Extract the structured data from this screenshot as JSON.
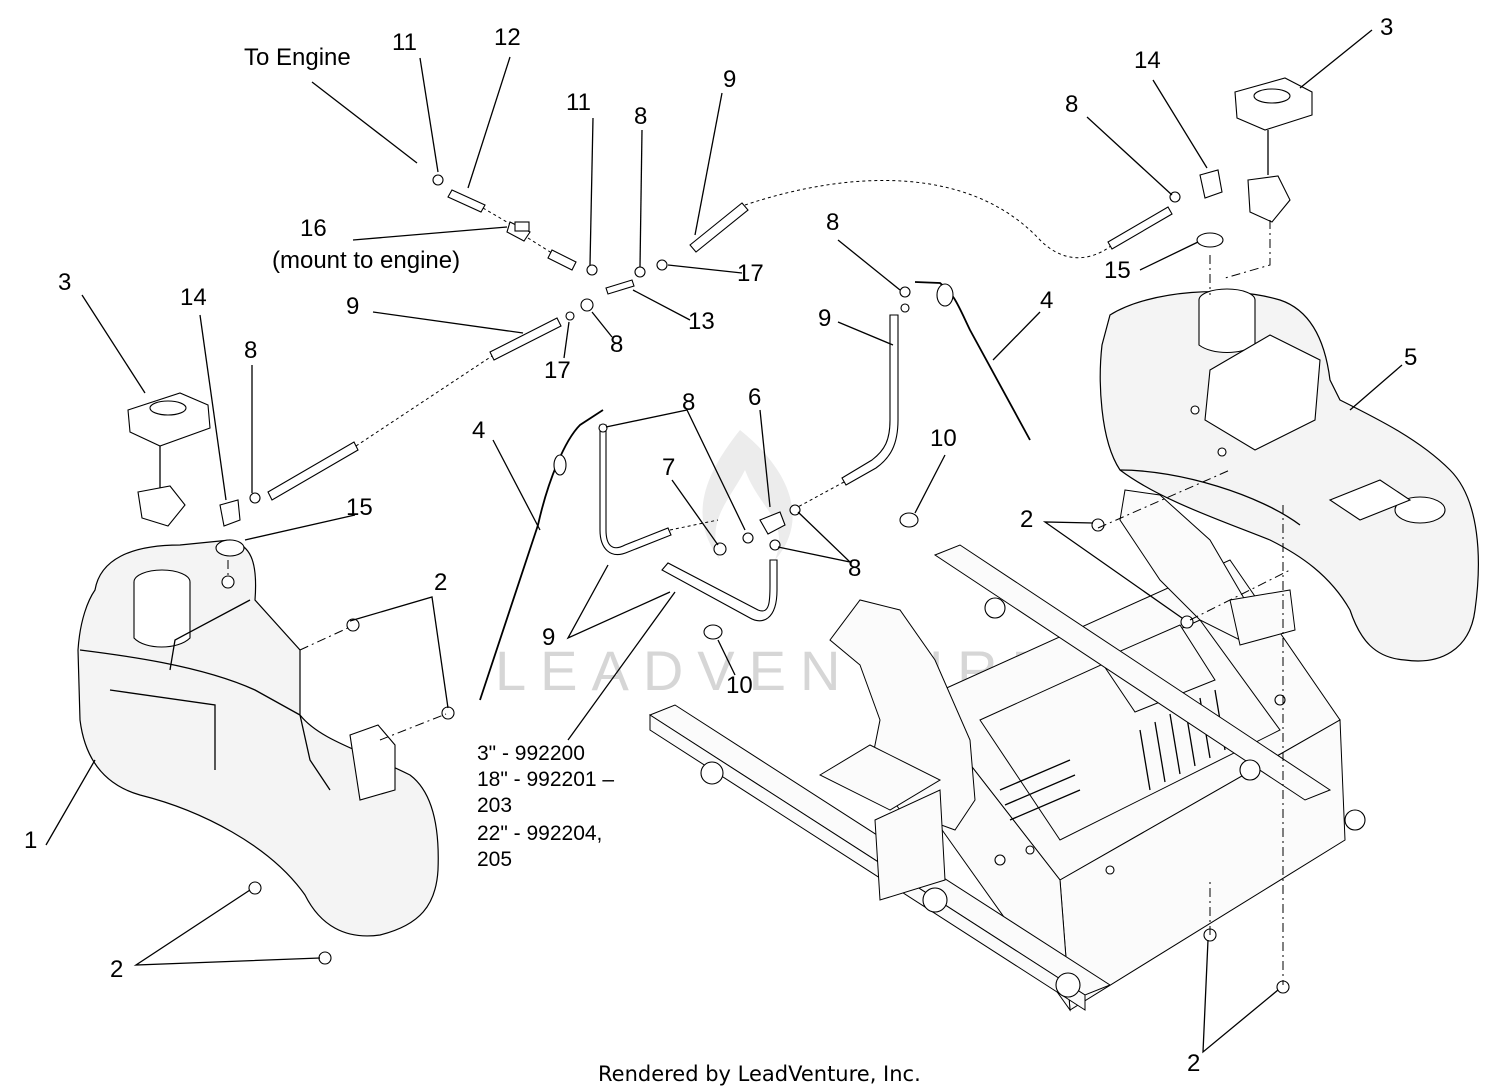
{
  "labels": {
    "to_engine": "To Engine",
    "mount_16_num": "16",
    "mount_16_note": "(mount to engine)",
    "n1": "1",
    "n2": "2",
    "n3": "3",
    "n4": "4",
    "n5": "5",
    "n6": "6",
    "n7": "7",
    "n8": "8",
    "n9": "9",
    "n10": "10",
    "n11": "11",
    "n12": "12",
    "n13": "13",
    "n14": "14",
    "n15": "15",
    "n17": "17"
  },
  "hose_note": [
    "3\" - 992200",
    "18\" - 992201 –",
    "203",
    "22\" - 992204,",
    "205"
  ],
  "watermark": "LEADVENTURE",
  "footer": "Rendered by LeadVenture, Inc."
}
